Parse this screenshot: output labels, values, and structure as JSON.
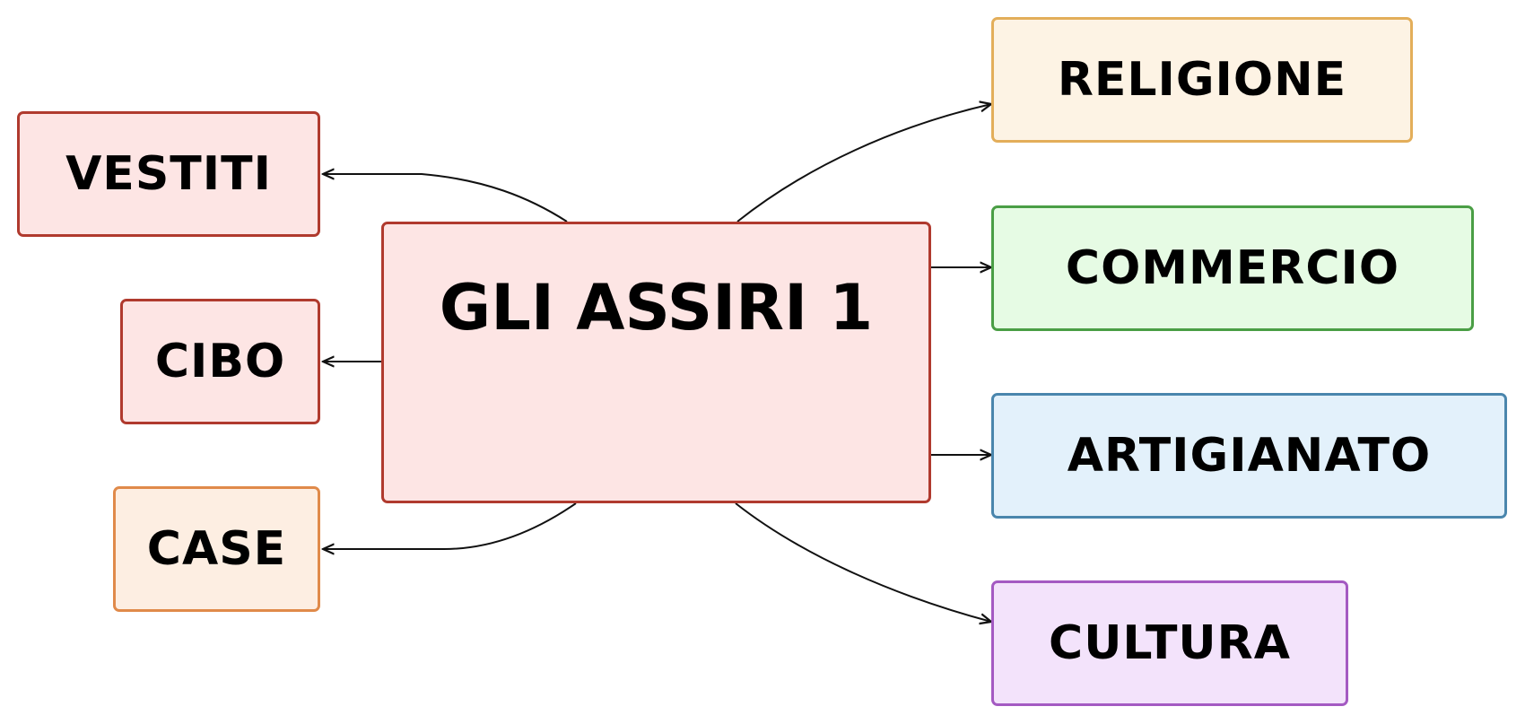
{
  "central": {
    "label": "GLI ASSIRI 1",
    "fill": "#fde5e4",
    "border": "#b03a2e"
  },
  "branches": {
    "vestiti": {
      "label": "VESTITI",
      "fill": "#fde5e4",
      "border": "#b03a2e"
    },
    "cibo": {
      "label": "CIBO",
      "fill": "#fde5e4",
      "border": "#b03a2e"
    },
    "case": {
      "label": "CASE",
      "fill": "#fdeee2",
      "border": "#e08a4a"
    },
    "religione": {
      "label": "RELIGIONE",
      "fill": "#fdf3e4",
      "border": "#e3ae5a"
    },
    "commercio": {
      "label": "COMMERCIO",
      "fill": "#e6fbe4",
      "border": "#4a9e45"
    },
    "artigianato": {
      "label": "ARTIGIANATO",
      "fill": "#e3f1fb",
      "border": "#4a86ad"
    },
    "cultura": {
      "label": "CULTURA",
      "fill": "#f3e3fb",
      "border": "#a45ac2"
    }
  },
  "connector_color": "#111111"
}
